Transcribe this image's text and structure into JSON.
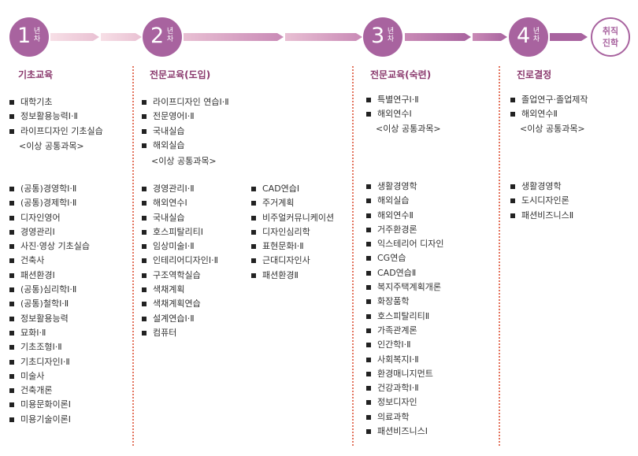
{
  "steps": [
    {
      "num": "1",
      "unit_top": "년",
      "unit_bottom": "차"
    },
    {
      "num": "2",
      "unit_top": "년",
      "unit_bottom": "차"
    },
    {
      "num": "3",
      "unit_top": "년",
      "unit_bottom": "차"
    },
    {
      "num": "4",
      "unit_top": "년",
      "unit_bottom": "차"
    }
  ],
  "final_step": {
    "line1": "취직",
    "line2": "진학"
  },
  "colors": {
    "accent": "#a8639f",
    "heading": "#8b3a6e",
    "divider": "#e3735d"
  },
  "columns": [
    {
      "heading": "기초교육",
      "core": [
        "대학기초",
        "정보활용능력Ⅰ·Ⅱ",
        "라이프디자인 기초실습"
      ],
      "core_note": "<이상 공통과목>",
      "electives": [
        "(공통)경영학Ⅰ·Ⅱ",
        "(공통)경제학Ⅰ·Ⅱ",
        "디자인영어",
        "경영관리Ⅰ",
        "사진·영상 기초실습",
        "건축사",
        "패션환경Ⅰ",
        "(공통)심리학Ⅰ·Ⅱ",
        "(공통)철학Ⅰ·Ⅱ",
        "정보활용능력",
        "묘화Ⅰ·Ⅱ",
        "기초조형Ⅰ·Ⅱ",
        "기초디자인Ⅰ·Ⅱ",
        "미술사",
        "건축개론",
        "미용문화이론Ⅰ",
        "미용기술이론Ⅰ"
      ]
    },
    {
      "heading": "전문교육(도입)",
      "core": [
        "라이프디자인 연습Ⅰ·Ⅱ",
        "전문영어Ⅰ·Ⅱ",
        "국내실습",
        "해외실습"
      ],
      "core_note": "<이상 공통과목>",
      "electives": [
        "경영관리Ⅰ·Ⅱ",
        "해외연수Ⅰ",
        "국내실습",
        "호스피탈리티Ⅰ",
        "임상미술Ⅰ·Ⅱ",
        "인테리어디자인Ⅰ·Ⅱ",
        "구조역학실습",
        "색채계획",
        "색채계획연습",
        "설계연습Ⅰ·Ⅱ",
        "컴퓨터"
      ],
      "electives_b": [
        "CAD연습Ⅰ",
        "주거계획",
        "비주얼커뮤니케이션",
        "디자인심리학",
        "표현문화Ⅰ·Ⅱ",
        "근대디자인사",
        "패션환경Ⅱ"
      ]
    },
    {
      "heading": "전문교육(숙련)",
      "core": [
        "특별연구Ⅰ·Ⅱ",
        "해외연수Ⅰ"
      ],
      "core_note": "<이상 공통과목>",
      "electives": [
        "생활경영학",
        "해외실습",
        "해외연수Ⅱ",
        "거주환경론",
        "익스테리어 디자인",
        "CG연습",
        "CAD연습Ⅱ",
        "복지주택계획개론",
        "화장품학",
        "호스피탈리티Ⅱ",
        "가족관계론",
        "인간학Ⅰ·Ⅱ",
        "사회복지Ⅰ·Ⅱ",
        "환경매니지먼트",
        "건강과학Ⅰ·Ⅱ",
        "정보디자인",
        "의료과학",
        "패션비즈니스Ⅰ"
      ]
    },
    {
      "heading": "진로결정",
      "core": [
        "졸업연구·졸업제작",
        "해외연수Ⅱ"
      ],
      "core_note": "<이상 공통과목>",
      "electives": [
        "생활경영학",
        "도시디자인론",
        "패션비즈니스Ⅱ"
      ]
    }
  ]
}
